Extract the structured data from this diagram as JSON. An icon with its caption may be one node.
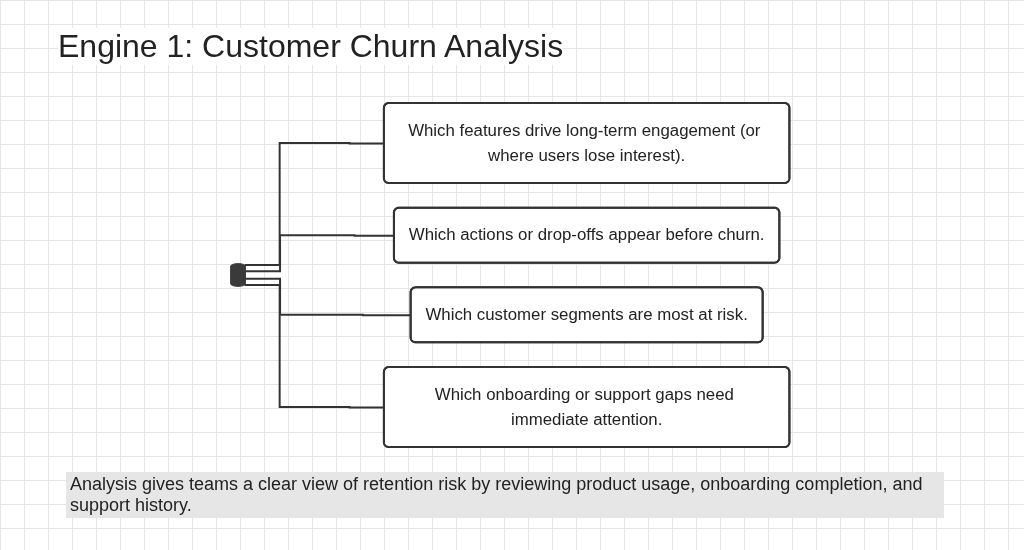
{
  "diagram": {
    "title": "Engine 1: Customer Churn Analysis",
    "nodes": [
      {
        "text": [],
        "shape": "cylinder"
      },
      {
        "text": [
          "Which features drive long-term engagement (or where users lose interest)."
        ]
      },
      {
        "text": [
          "Which actions or drop-offs appear before churn."
        ]
      },
      {
        "text": [
          "Which customer segments are most at risk."
        ]
      },
      {
        "text": [
          "Which onboarding or support gaps need immediate attention."
        ]
      }
    ],
    "edges": [
      {
        "from": 0,
        "to": 1,
        "arrow": "none"
      },
      {
        "from": 0,
        "to": 2,
        "arrow": "none"
      },
      {
        "from": 0,
        "to": 3,
        "arrow": "none"
      },
      {
        "from": 0,
        "to": 4,
        "arrow": "none"
      }
    ],
    "caption": "Analysis gives teams a clear view of retention risk by reviewing product usage, onboarding completion, and support history."
  }
}
